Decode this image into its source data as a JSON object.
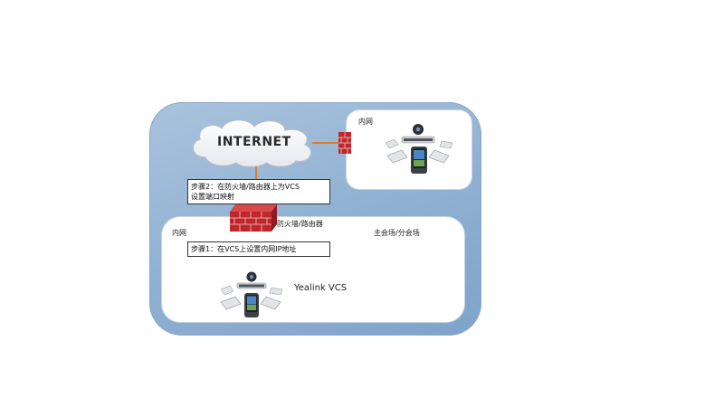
{
  "cloud": {
    "label": "INTERNET"
  },
  "top_room": {
    "label": "内网"
  },
  "bottom_room": {
    "label": "内网",
    "venue_label": "主会场/分会场"
  },
  "firewall": {
    "label": "防火墙/路由器"
  },
  "steps": {
    "step2_line1": "步骤2：在防火墙/路由器上为VCS",
    "step2_line2": "设置端口映射",
    "step1": "步骤1：在VCS上设置内网IP地址"
  },
  "device": {
    "name": "Yealink VCS"
  },
  "colors": {
    "link": "#e07a2a",
    "brick": "#c0272d",
    "panel": "#8fb0d2"
  }
}
